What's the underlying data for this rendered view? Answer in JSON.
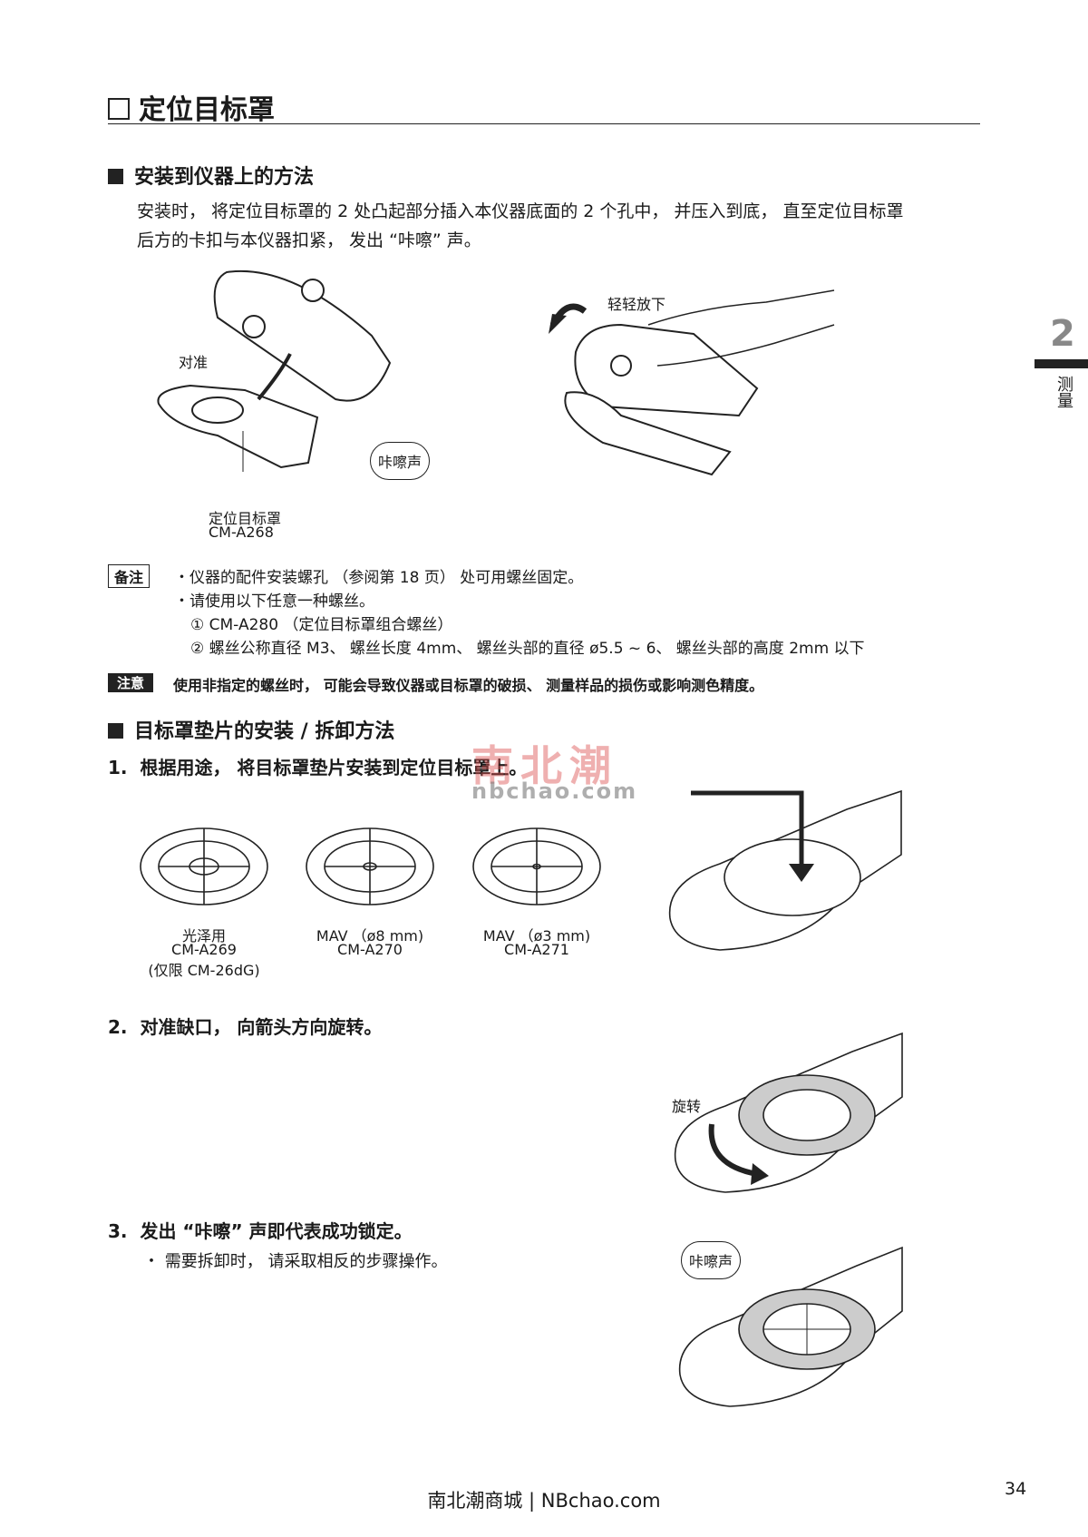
{
  "title": "定位目标罩",
  "chapter": {
    "number": "2",
    "label": "测量"
  },
  "section1": {
    "heading": "安装到仪器上的方法",
    "para": [
      "安装时， 将定位目标罩的 2 处凸起部分插入本仪器底面的 2 个孔中， 并压入到底， 直至定位目标罩",
      "后方的卡扣与本仪器扣紧， 发出 “咔嚓” 声。"
    ],
    "fig_labels": {
      "align": "对准",
      "click": "咔嚓声",
      "part_name": "定位目标罩",
      "part_code": "CM-A268",
      "gently": "轻轻放下"
    }
  },
  "note": {
    "tag": "备注",
    "items": [
      "・仪器的配件安装螺孔 （参阅第 18 页） 处可用螺丝固定。",
      "・请使用以下任意一种螺丝。",
      "① CM-A280 （定位目标罩组合螺丝）",
      "② 螺丝公称直径 M3、 螺丝长度 4mm、 螺丝头部的直径 ø5.5 ~ 6、 螺丝头部的高度 2mm 以下"
    ]
  },
  "caution": {
    "tag": "注意",
    "text": "使用非指定的螺丝时， 可能会导致仪器或目标罩的破损、 测量样品的损伤或影响测色精度。"
  },
  "section2": {
    "heading": "目标罩垫片的安装 / 拆卸方法",
    "steps": [
      {
        "num": "1.",
        "text": "根据用途， 将目标罩垫片安装到定位目标罩上。"
      },
      {
        "num": "2.",
        "text": "对准缺口， 向箭头方向旋转。",
        "fig_label": "旋转"
      },
      {
        "num": "3.",
        "text": "发出 “咔嚓” 声即代表成功锁定。",
        "sub": "・ 需要拆卸时， 请采取相反的步骤操作。",
        "fig_label": "咔嚓声"
      }
    ],
    "pads": [
      {
        "l1": "光泽用",
        "l2": "CM-A269",
        "l3": "(仅限 CM-26dG)"
      },
      {
        "l1": "MAV （ø8 mm)",
        "l2": "CM-A270"
      },
      {
        "l1": "MAV （ø3 mm)",
        "l2": "CM-A271"
      }
    ]
  },
  "watermark": {
    "cn": "南北潮",
    "en": "nbchao.com"
  },
  "footer": {
    "text": "南北潮商城 | NBchao.com",
    "page": "34"
  }
}
